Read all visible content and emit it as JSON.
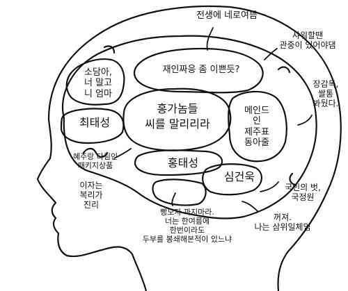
{
  "center": {
    "line1": "홍가놈들",
    "line2": "씨를 말리리라"
  },
  "regions": {
    "sodamha": "소담아,\n너 말고\n니 엄마",
    "jaein": "재인짜응 좀 이쁜듯?",
    "choi": "최태성",
    "hong": "홍태성",
    "shim": "심건욱",
    "made_in": "메인드\n인\n제주표\n동아줄"
  },
  "annotations": {
    "top": "전생에 네로여뜸",
    "shower": "샤워할땐\n관중이 있어야댐",
    "jang": "장감독,\n쌀통\n봐뒀다.",
    "bet": "국민의 벗,\n국정원",
    "gone": "꺼져.\n나는 삼위일체임",
    "hat": "빵모자 까지마라.\n너는 한여름에\n한번이라도\n두부를 봉쇄해본적이 있느냐",
    "package": "혜주랑 다림인\n패키지상품",
    "interest": "이자는\n복리가\n진리"
  }
}
